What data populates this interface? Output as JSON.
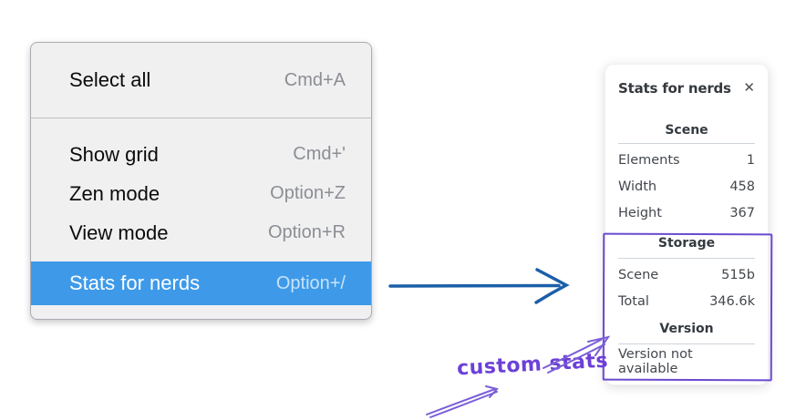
{
  "menu": {
    "items": [
      {
        "label": "Select all",
        "shortcut": "Cmd+A"
      },
      {
        "label": "Show grid",
        "shortcut": "Cmd+'"
      },
      {
        "label": "Zen mode",
        "shortcut": "Option+Z"
      },
      {
        "label": "View mode",
        "shortcut": "Option+R"
      },
      {
        "label": "Stats for nerds",
        "shortcut": "Option+/"
      }
    ],
    "highlighted_item": "Stats for nerds"
  },
  "panel": {
    "title": "Stats for nerds",
    "close_icon": "✕",
    "sections": [
      {
        "heading": "Scene",
        "rows": [
          {
            "label": "Elements",
            "value": "1"
          },
          {
            "label": "Width",
            "value": "458"
          },
          {
            "label": "Height",
            "value": "367"
          }
        ]
      },
      {
        "heading": "Storage",
        "rows": [
          {
            "label": "Scene",
            "value": "515b"
          },
          {
            "label": "Total",
            "value": "346.6k"
          }
        ]
      },
      {
        "heading": "Version",
        "message": "Version not available"
      }
    ]
  },
  "annotation": {
    "label": "custom stats"
  },
  "colors": {
    "menu_highlight": "#3e9ae9",
    "menu_background": "#f0f0f1",
    "arrow_blue": "#1b5fa8",
    "annotation_purple": "#6c40d8",
    "custom_box_purple": "#6b4ad0"
  }
}
